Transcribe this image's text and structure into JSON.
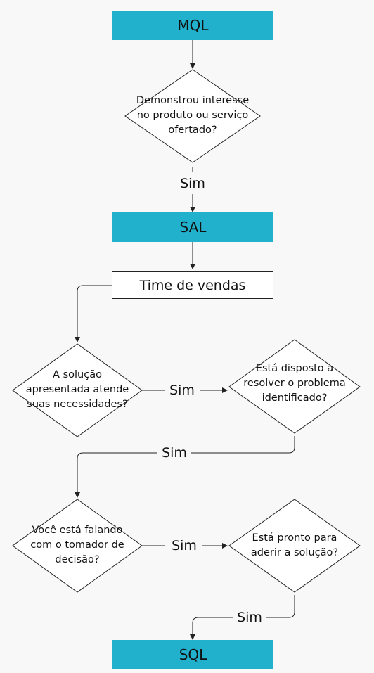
{
  "nodes": {
    "mql": "MQL",
    "interest": [
      "Demonstrou interesse",
      "no produto ou serviço",
      "ofertado?"
    ],
    "sal": "SAL",
    "team": "Time de vendas",
    "solution": [
      "A solução",
      "apresentada atende",
      "suas necessidades?"
    ],
    "willing": [
      "Está disposto a",
      "resolver o problema",
      "identificado?"
    ],
    "decision": [
      "Você está falando",
      "com o tomador de",
      "decisão?"
    ],
    "ready": [
      "Está pronto para",
      "aderir a solução?"
    ],
    "sql": "SQL"
  },
  "edges": {
    "interest_to_sal": "Sim",
    "solution_to_willing": "Sim",
    "willing_to_decision": "Sim",
    "decision_to_ready": "Sim",
    "ready_to_sql": "Sim"
  },
  "colors": {
    "terminal_fill": "#21b1cc",
    "line": "#222222",
    "background": "#f8f8f8"
  }
}
